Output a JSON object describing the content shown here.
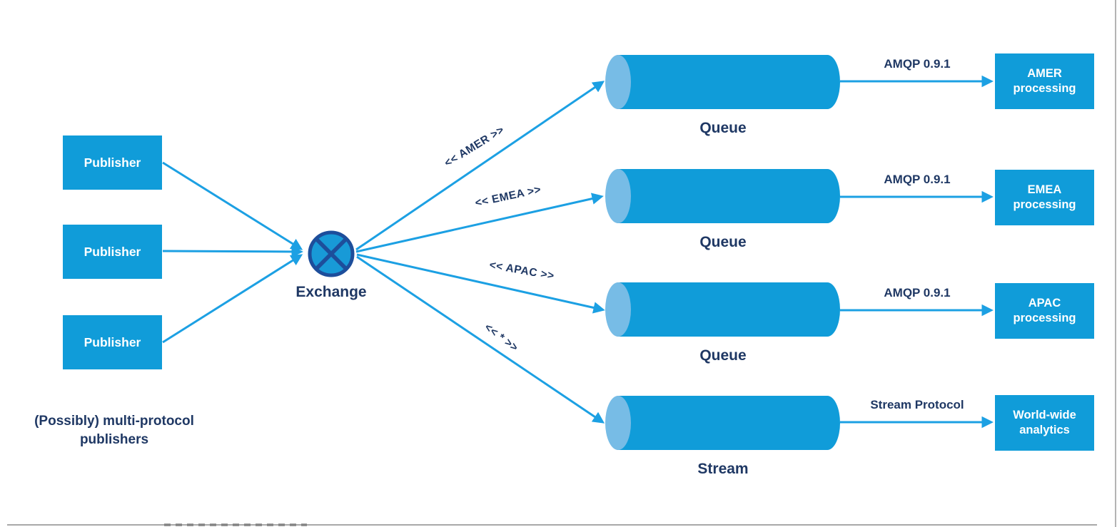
{
  "publishers": {
    "items": [
      {
        "label": "Publisher"
      },
      {
        "label": "Publisher"
      },
      {
        "label": "Publisher"
      }
    ],
    "caption": "(Possibly) multi-protocol publishers"
  },
  "exchange": {
    "label": "Exchange"
  },
  "routes": [
    {
      "binding": "<< AMER >>",
      "node": "Queue",
      "protocol": "AMQP 0.9.1",
      "consumer": "AMER processing"
    },
    {
      "binding": "<< EMEA >>",
      "node": "Queue",
      "protocol": "AMQP 0.9.1",
      "consumer": "EMEA processing"
    },
    {
      "binding": "<< APAC >>",
      "node": "Queue",
      "protocol": "AMQP 0.9.1",
      "consumer": "APAC processing"
    },
    {
      "binding": "<< * >>",
      "node": "Stream",
      "protocol": "Stream Protocol",
      "consumer": "World-wide analytics"
    }
  ],
  "colors": {
    "node_fill": "#109CD9",
    "cylinder_cap": "#77BCE6",
    "arrow": "#1CA0E3",
    "label_navy": "#1F3864",
    "exchange_fill": "#189AD7",
    "exchange_stroke": "#1D4E9B",
    "box_text": "#FFFFFF"
  }
}
